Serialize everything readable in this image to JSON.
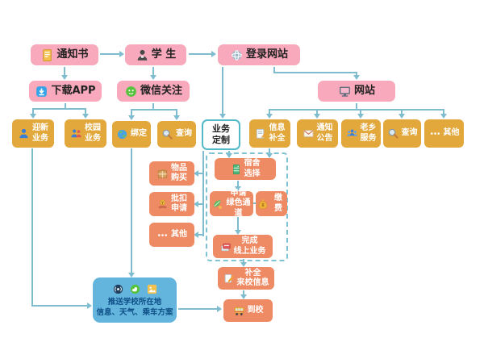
{
  "colors": {
    "pink_box": "#f8a9bc",
    "gold_box": "#e3a83c",
    "orange_box": "#ef8b64",
    "blue_box": "#64b5de",
    "line_teal": "#7fbcd0",
    "outline_teal": "#52b9c9",
    "blue_text": "#0d4f86"
  },
  "flow": {
    "notice_letter": {
      "label": "通知书",
      "icon": "document-icon"
    },
    "student": {
      "label": "学 生",
      "icon": "student-icon"
    },
    "login_site": {
      "label": "登录网站",
      "icon": "globe-icon"
    },
    "download_app": {
      "label": "下载APP",
      "icon": "app-icon"
    },
    "wechat_follow": {
      "label": "微信关注",
      "icon": "wechat-icon"
    },
    "website": {
      "label": "网站",
      "icon": "monitor-icon"
    },
    "welcome_biz": {
      "label": "迎新\n业务",
      "icon": "person-icon"
    },
    "campus_biz": {
      "label": "校园\n业务",
      "icon": "people-icon"
    },
    "bind": {
      "label": "绑定",
      "icon": "earth-icon"
    },
    "query_wechat": {
      "label": "查询",
      "icon": "magnifier-icon"
    },
    "biz_custom": {
      "label": "业务\n定制"
    },
    "info_complete": {
      "label": "信息\n补全",
      "icon": "form-pencil-icon"
    },
    "notice_announce": {
      "label": "通知\n公告",
      "icon": "envelope-icon"
    },
    "fellow_service": {
      "label": "老乡\n服务",
      "icon": "group-icon"
    },
    "query_web": {
      "label": "查询",
      "icon": "magnifier-icon"
    },
    "other_web": {
      "label": "其他",
      "icon": "dots-icon"
    },
    "item_purchase": {
      "label": "物品\n购买",
      "icon": "package-icon"
    },
    "batch_deduct": {
      "label": "批扣\n申请",
      "icon": "coin-hand-icon"
    },
    "other_biz": {
      "label": "其他",
      "icon": "dots-icon"
    },
    "dorm_select": {
      "label": "宿舍\n选择",
      "icon": "locker-icon"
    },
    "green_channel": {
      "label": "申请\n绿色通道",
      "icon": "leaf-icon"
    },
    "pay": {
      "label": "缴费",
      "icon": "moneybag-icon"
    },
    "complete_online": {
      "label": "完成\n线上业务",
      "icon": "cards-icon"
    },
    "arrival_info": {
      "label": "补全\n来校信息",
      "icon": "pencil-icon"
    },
    "arrive": {
      "label": "到校",
      "icon": "bus-icon"
    },
    "push_info": {
      "label": "推送学校所在地\n信息、天气、乘车方案",
      "icons": [
        "radio-icon",
        "cloud-icon",
        "photo-icon"
      ]
    }
  }
}
